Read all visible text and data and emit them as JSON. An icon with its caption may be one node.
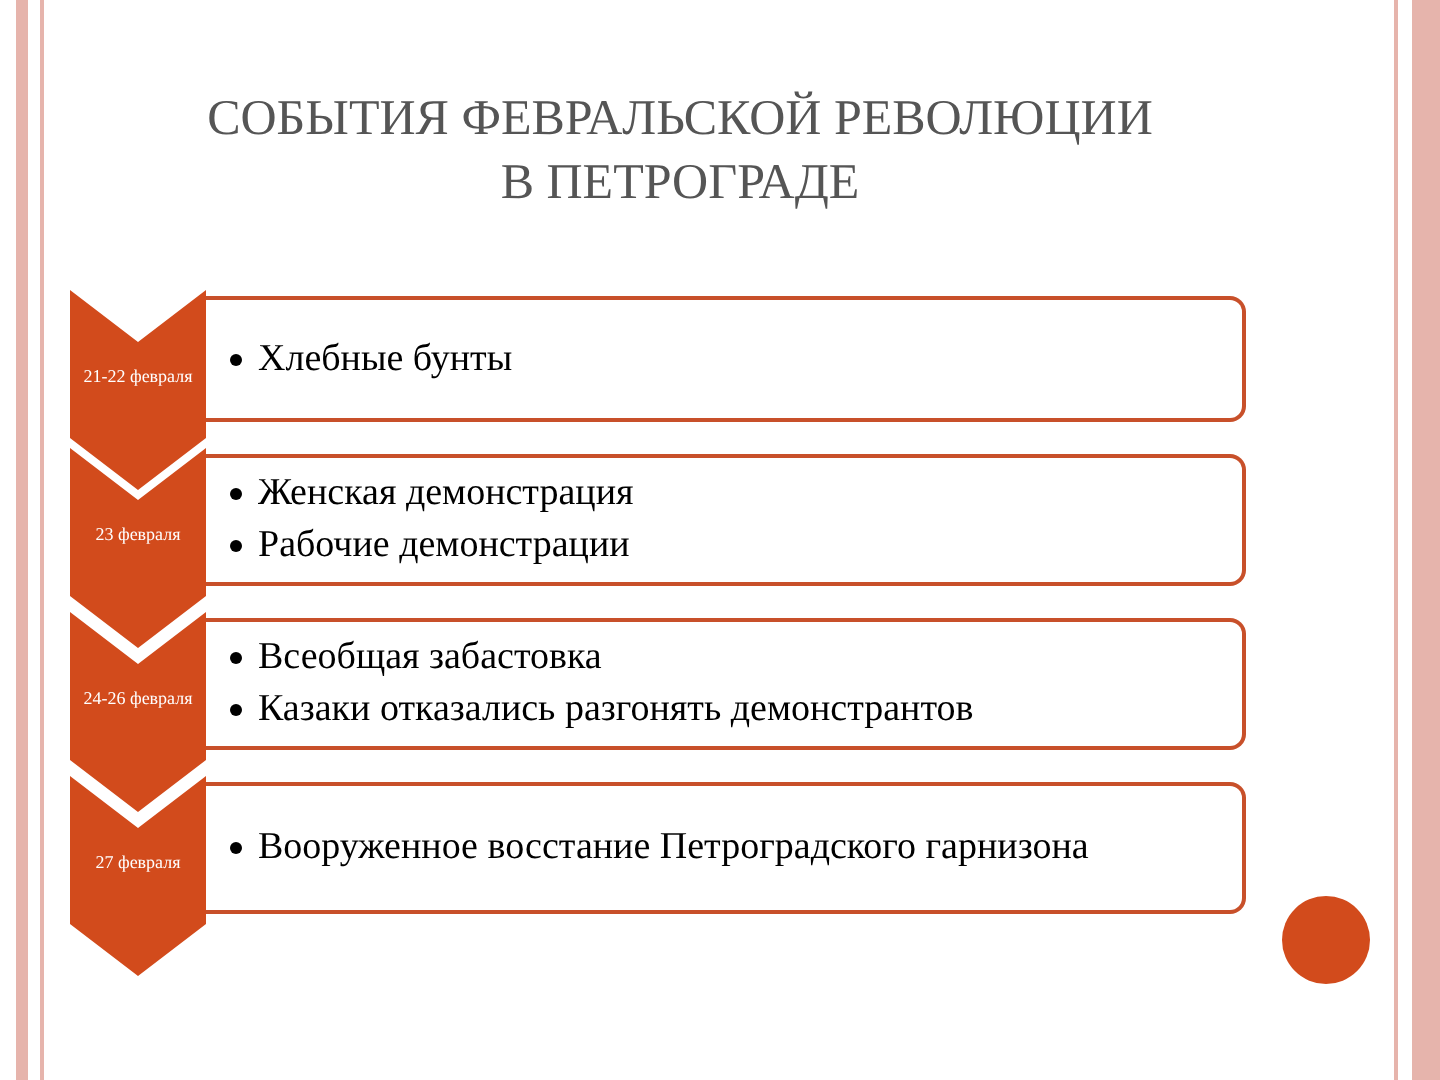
{
  "diagram": {
    "title": "СОБЫТИЯ ФЕВРАЛЬСКОЙ РЕВОЛЮЦИИ В ПЕТРОГРАДЕ",
    "nodes": [
      {
        "text": [
          "21-22 февраля"
        ]
      },
      {
        "text": [
          "Хлебные бунты"
        ]
      },
      {
        "text": [
          "23 февраля"
        ]
      },
      {
        "text": [
          "Женская демонстрация",
          "Рабочие демонстрации"
        ]
      },
      {
        "text": [
          "24-26 февраля"
        ]
      },
      {
        "text": [
          "Всеобщая забастовка",
          "Казаки отказались разгонять демонстрантов"
        ]
      },
      {
        "text": [
          "27 февраля"
        ]
      },
      {
        "text": [
          "Вооруженное восстание Петроградского гарнизона"
        ]
      }
    ]
  }
}
